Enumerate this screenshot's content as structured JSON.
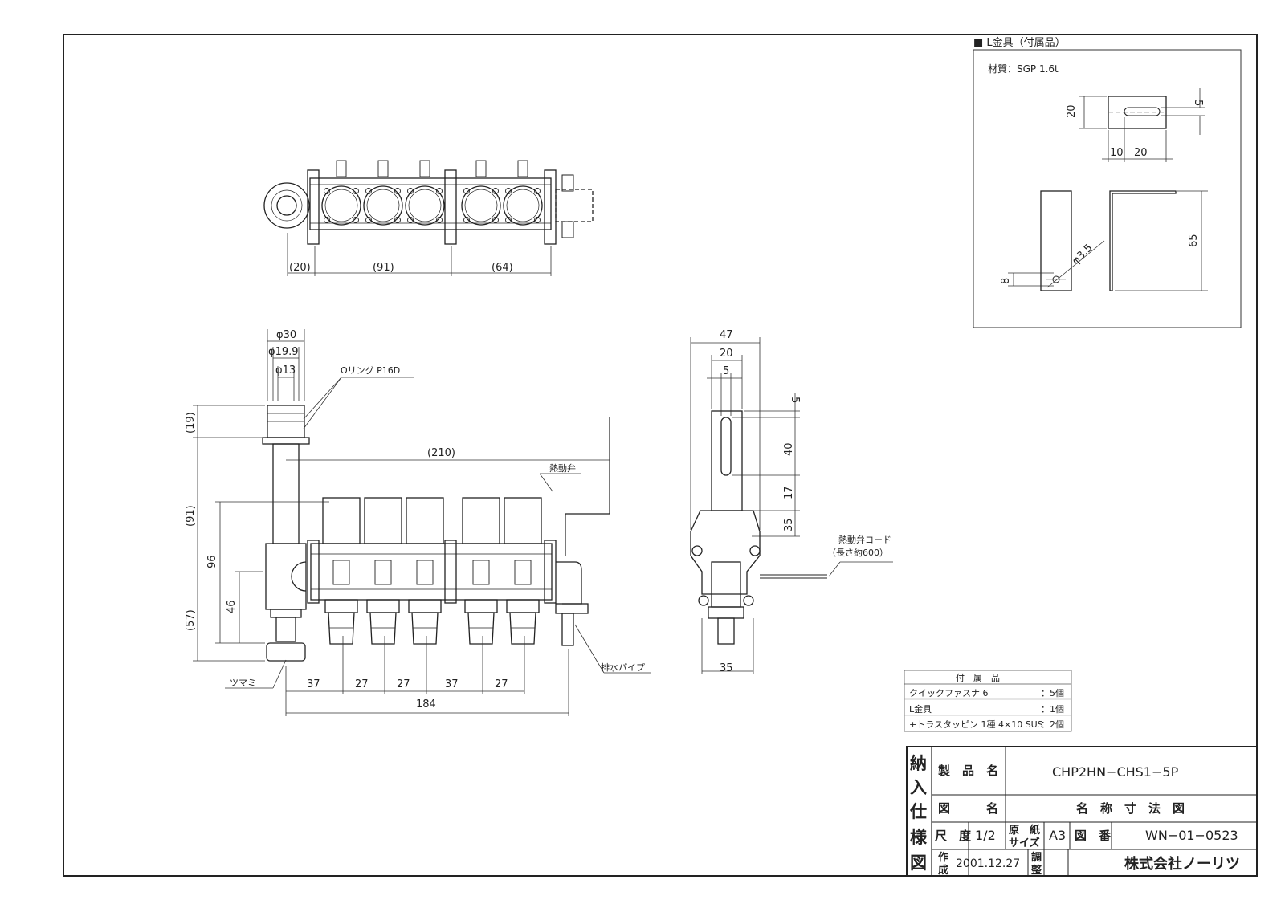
{
  "bracket_panel": {
    "title": "■ L金具（付属品）",
    "material": "材質：SGP 1.6t",
    "dims": {
      "d5": "5",
      "d20": "20",
      "d10": "10",
      "d20b": "20",
      "d65": "65",
      "d8": "8",
      "hole": "φ3.5"
    }
  },
  "top_view": {
    "dims": {
      "d20": "(20)",
      "d91": "(91)",
      "d64": "(64)"
    }
  },
  "front_view": {
    "dims": {
      "phi30": "φ30",
      "phi19_9": "φ19.9",
      "phi13": "φ13",
      "d19": "(19)",
      "d91": "(91)",
      "d96": "96",
      "d46": "46",
      "d57": "(57)",
      "d210": "(210)",
      "d37a": "37",
      "d27a": "27",
      "d27b": "27",
      "d37b": "37",
      "d27c": "27",
      "d184": "184"
    },
    "labels": {
      "oring": "Oリング P16D",
      "valve": "熱動弁",
      "knob": "ツマミ",
      "drain": "排水パイプ"
    }
  },
  "side_view": {
    "dims": {
      "d47": "47",
      "d20": "20",
      "d5a": "5",
      "d5b": "5",
      "d40": "40",
      "d17": "17",
      "d35a": "35",
      "d35b": "35"
    },
    "labels": {
      "cord": "熱動弁コード",
      "cord_len": "（長さ約600）"
    }
  },
  "accessories": {
    "header": "付　属　品",
    "rows": [
      {
        "name": "クイックファスナ 6",
        "qty": "：5個"
      },
      {
        "name": "L金具",
        "qty": "：1個"
      },
      {
        "name": "+トラスタッピン 1種 4×10 SUS",
        "qty": "：2個"
      }
    ]
  },
  "title_block": {
    "vertical": [
      "納",
      "入",
      "仕",
      "様",
      "図"
    ],
    "product_label": "製　品　名",
    "product_value": "CHP2HN−CHS1−5P",
    "drawing_label": "図　　　名",
    "drawing_value": "名　称　寸　法　図",
    "scale_label": "尺　度",
    "scale_value": "1/2",
    "paper_label_1": "原　紙",
    "paper_label_2": "サイズ",
    "paper_value": "A3",
    "number_label": "図　番",
    "number_value": "WN−01−0523",
    "made_label_1": "作",
    "made_label_2": "成",
    "made_value": "2001.12.27",
    "adjust_label_1": "調",
    "adjust_label_2": "整",
    "company": "株式会社ノーリツ"
  }
}
